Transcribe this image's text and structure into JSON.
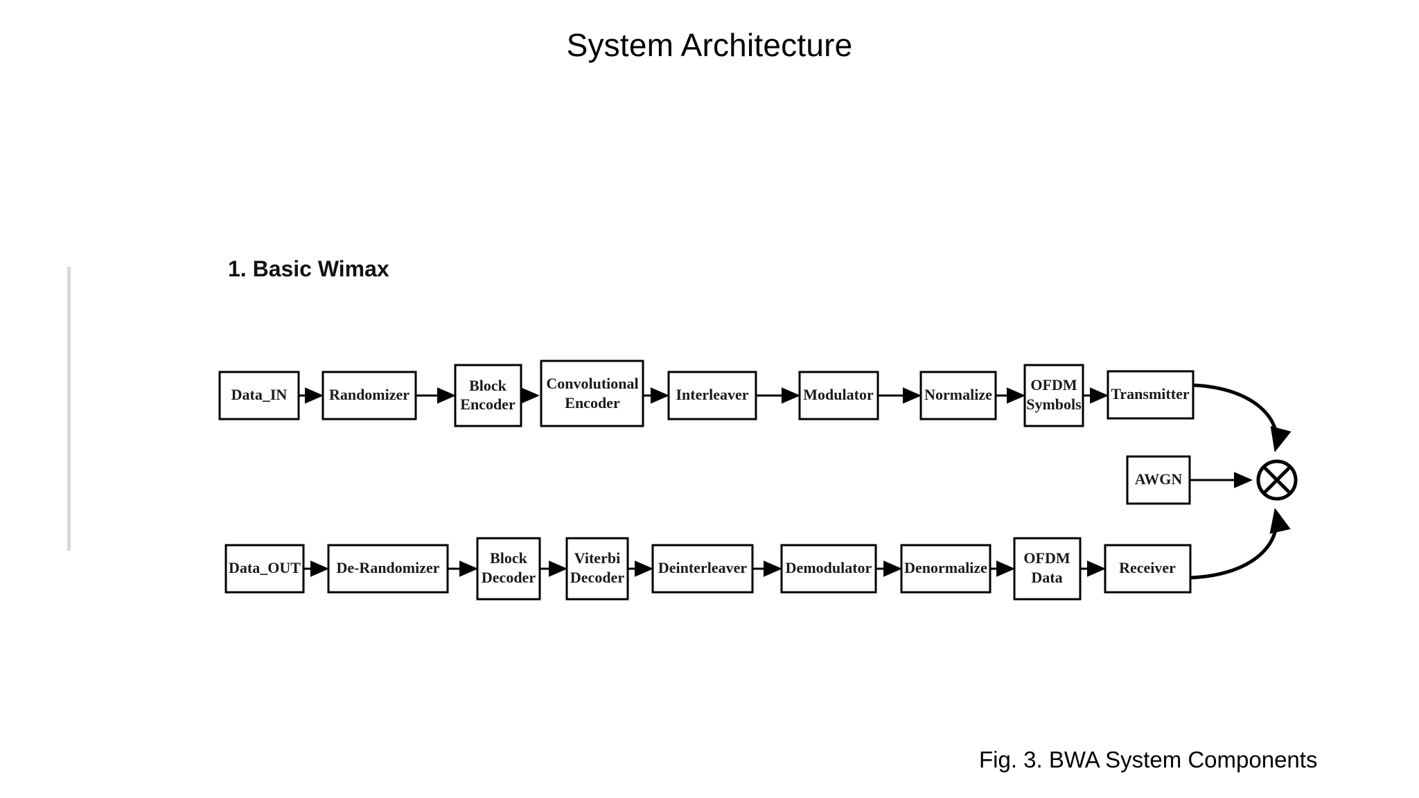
{
  "slide": {
    "title": "System Architecture",
    "section_heading": "1. Basic Wimax",
    "figure_caption": "Fig. 3. BWA System Components",
    "accent_color": "#d9d9d9",
    "background_color": "#ffffff",
    "line_color": "#000000"
  },
  "diagram": {
    "name": "BWA System Components block diagram",
    "transmit_chain": [
      {
        "id": "data-in",
        "label": "Data_IN",
        "line1": "Data_IN",
        "line2": ""
      },
      {
        "id": "randomizer",
        "label": "Randomizer",
        "line1": "Randomizer",
        "line2": ""
      },
      {
        "id": "block-encoder",
        "label": "Block Encoder",
        "line1": "Block",
        "line2": "Encoder"
      },
      {
        "id": "convolutional-encoder",
        "label": "Convolutional Encoder",
        "line1": "Convolutional",
        "line2": "Encoder"
      },
      {
        "id": "interleaver",
        "label": "Interleaver",
        "line1": "Interleaver",
        "line2": ""
      },
      {
        "id": "modulator",
        "label": "Modulator",
        "line1": "Modulator",
        "line2": ""
      },
      {
        "id": "normalize",
        "label": "Normalize",
        "line1": "Normalize",
        "line2": ""
      },
      {
        "id": "ofdm-symbols",
        "label": "OFDM Symbols",
        "line1": "OFDM",
        "line2": "Symbols"
      },
      {
        "id": "transmitter",
        "label": "Transmitter",
        "line1": "Transmitter",
        "line2": ""
      }
    ],
    "receive_chain": [
      {
        "id": "data-out",
        "label": "Data_OUT",
        "line1": "Data_OUT",
        "line2": ""
      },
      {
        "id": "de-randomizer",
        "label": "De-Randomizer",
        "line1": "De-Randomizer",
        "line2": ""
      },
      {
        "id": "block-decoder",
        "label": "Block Decoder",
        "line1": "Block",
        "line2": "Decoder"
      },
      {
        "id": "viterbi-decoder",
        "label": "Viterbi Decoder",
        "line1": "Viterbi",
        "line2": "Decoder"
      },
      {
        "id": "deinterleaver",
        "label": "Deinterleaver",
        "line1": "Deinterleaver",
        "line2": ""
      },
      {
        "id": "demodulator",
        "label": "Demodulator",
        "line1": "Demodulator",
        "line2": ""
      },
      {
        "id": "denormalize",
        "label": "Denormalize",
        "line1": "Denormalize",
        "line2": ""
      },
      {
        "id": "ofdm-data",
        "label": "OFDM Data",
        "line1": "OFDM",
        "line2": "Data"
      },
      {
        "id": "receiver",
        "label": "Receiver",
        "line1": "Receiver",
        "line2": ""
      }
    ],
    "noise_source": {
      "id": "awgn",
      "label": "AWGN",
      "line1": "AWGN",
      "line2": ""
    },
    "junction": {
      "id": "channel-summing-junction",
      "symbol": "circle-with-x"
    }
  }
}
